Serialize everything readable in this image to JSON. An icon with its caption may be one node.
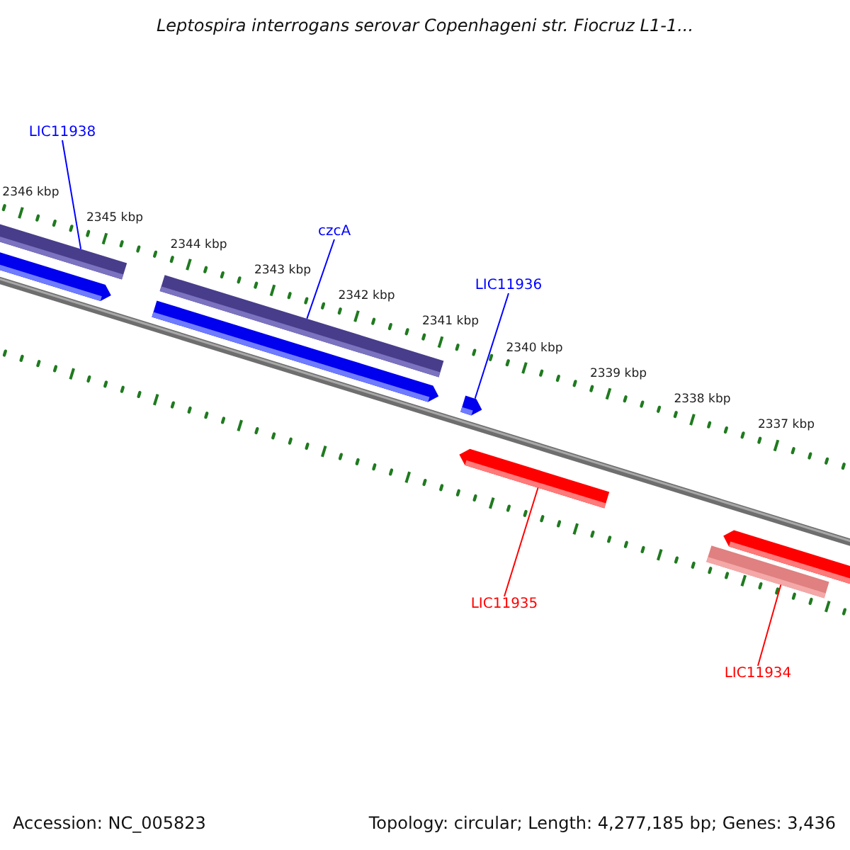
{
  "diagram": {
    "title": "Leptospira interrogans serovar Copenhageni str. Fiocruz L1-1...",
    "nodes": [
      {
        "text": [
          "LIC11938"
        ]
      },
      {
        "text": [],
        "shape": "bar"
      },
      {
        "text": [
          "czcA"
        ]
      },
      {
        "text": [],
        "shape": "bar"
      },
      {
        "text": [
          "LIC11936"
        ]
      },
      {
        "text": [],
        "shape": "bar"
      },
      {
        "text": [
          "LIC11935"
        ]
      },
      {
        "text": [],
        "shape": "bar"
      },
      {
        "text": [
          "LIC11934"
        ]
      },
      {
        "text": [],
        "shape": "bar"
      }
    ],
    "edges": [
      {
        "from": 0,
        "to": 1,
        "arrow": "none"
      },
      {
        "from": 2,
        "to": 3,
        "arrow": "none"
      },
      {
        "from": 4,
        "to": 5,
        "arrow": "none"
      },
      {
        "from": 6,
        "to": 7,
        "arrow": "none",
        "color": "#ff0000"
      },
      {
        "from": 8,
        "to": 9,
        "arrow": "none",
        "color": "#ff0000"
      }
    ],
    "labels": [
      "2346 kbp",
      "2345 kbp",
      "2344 kbp",
      "2343 kbp",
      "2342 kbp",
      "2341 kbp",
      "2340 kbp",
      "2339 kbp",
      "2338 kbp",
      "2337 kbp",
      "Accession: NC_005823",
      "Topology: circular; Length: 4,277,185 bp; Genes: 3,436"
    ]
  }
}
